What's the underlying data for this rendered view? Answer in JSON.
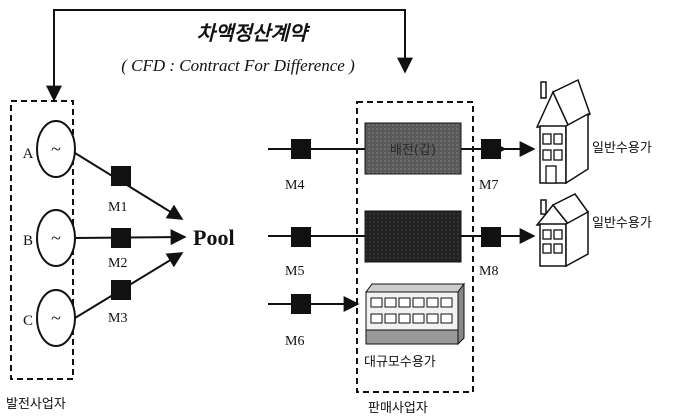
{
  "title": "차액정산계약",
  "subtitle": "( CFD : Contract For Difference )",
  "pool_label": "Pool",
  "generators": {
    "group_label": "발전사업자",
    "units": [
      {
        "label": "A",
        "symbol": "~"
      },
      {
        "label": "B",
        "symbol": "~"
      },
      {
        "label": "C",
        "symbol": "~"
      }
    ]
  },
  "meters": {
    "m1": "M1",
    "m2": "M2",
    "m3": "M3",
    "m4": "M4",
    "m5": "M5",
    "m6": "M6",
    "m7": "M7",
    "m8": "M8"
  },
  "retailers": {
    "group_label": "판매사업자",
    "box1_text": "배전(갑)",
    "building_label": "대규모수용가"
  },
  "consumers": [
    {
      "label": "일반수용가"
    },
    {
      "label": "일반수용가"
    }
  ],
  "colors": {
    "line": "#111111",
    "meter": "#111111",
    "box1": "#5a5a5a",
    "box2": "#222222"
  }
}
